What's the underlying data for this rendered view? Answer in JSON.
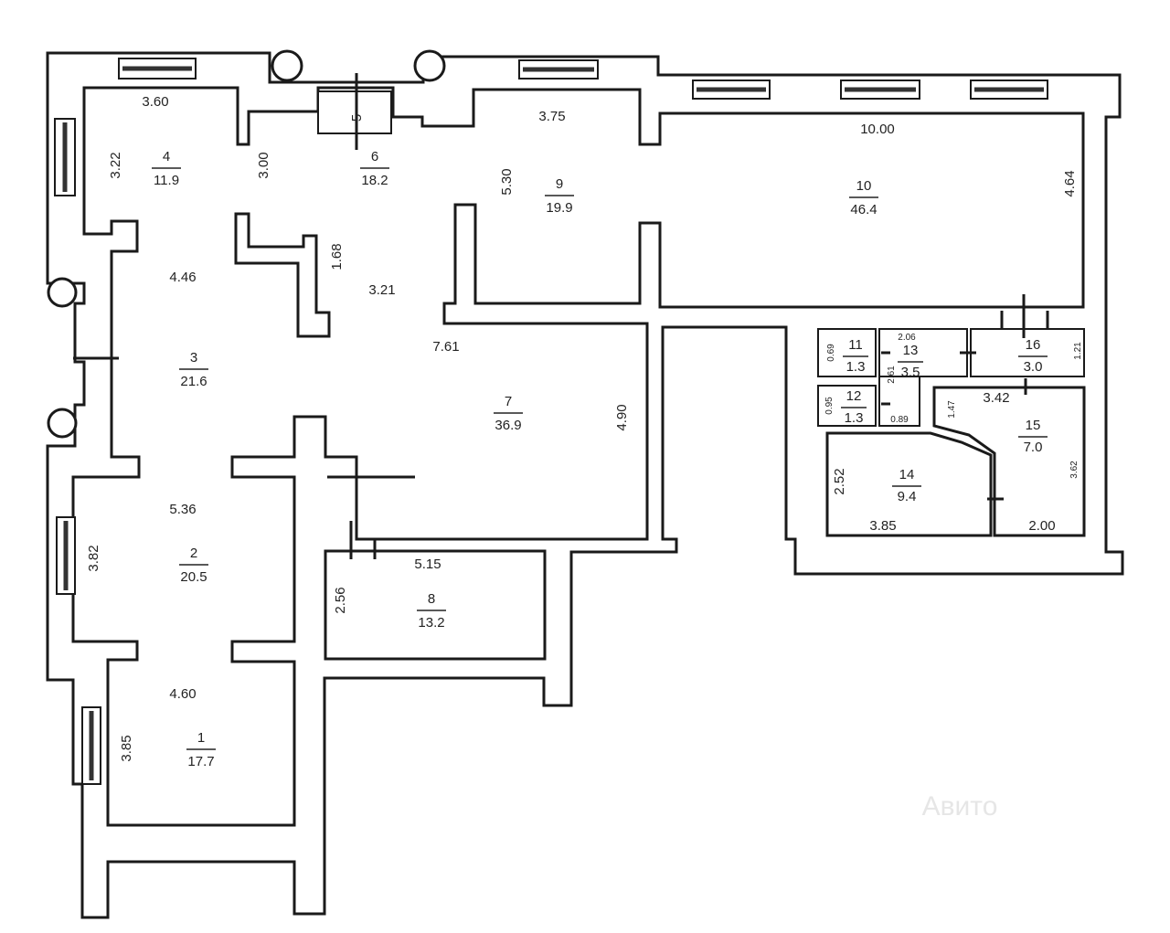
{
  "rooms": [
    {
      "num": "1",
      "area": "17.7"
    },
    {
      "num": "2",
      "area": "20.5"
    },
    {
      "num": "3",
      "area": "21.6"
    },
    {
      "num": "4",
      "area": "11.9"
    },
    {
      "num": "5",
      "area": ""
    },
    {
      "num": "6",
      "area": "18.2"
    },
    {
      "num": "7",
      "area": "36.9"
    },
    {
      "num": "8",
      "area": "13.2"
    },
    {
      "num": "9",
      "area": "19.9"
    },
    {
      "num": "10",
      "area": "46.4"
    },
    {
      "num": "11",
      "area": "1.3"
    },
    {
      "num": "12",
      "area": "1.3"
    },
    {
      "num": "13",
      "area": "3.5"
    },
    {
      "num": "14",
      "area": "9.4"
    },
    {
      "num": "15",
      "area": "7.0"
    },
    {
      "num": "16",
      "area": "3.0"
    }
  ],
  "dimensions": [
    "3.60",
    "3.22",
    "3.00",
    "3.75",
    "10.00",
    "5.30",
    "4.64",
    "4.46",
    "1.68",
    "3.21",
    "7.61",
    "4.90",
    "5.36",
    "3.82",
    "5.15",
    "2.56",
    "4.60",
    "3.85",
    "2.52",
    "3.85",
    "2.00",
    "3.62",
    "3.42",
    "1.47",
    "1.21",
    "2.06",
    "0.69",
    "0.95",
    "2.61",
    "0.89"
  ],
  "watermark": "Авито"
}
